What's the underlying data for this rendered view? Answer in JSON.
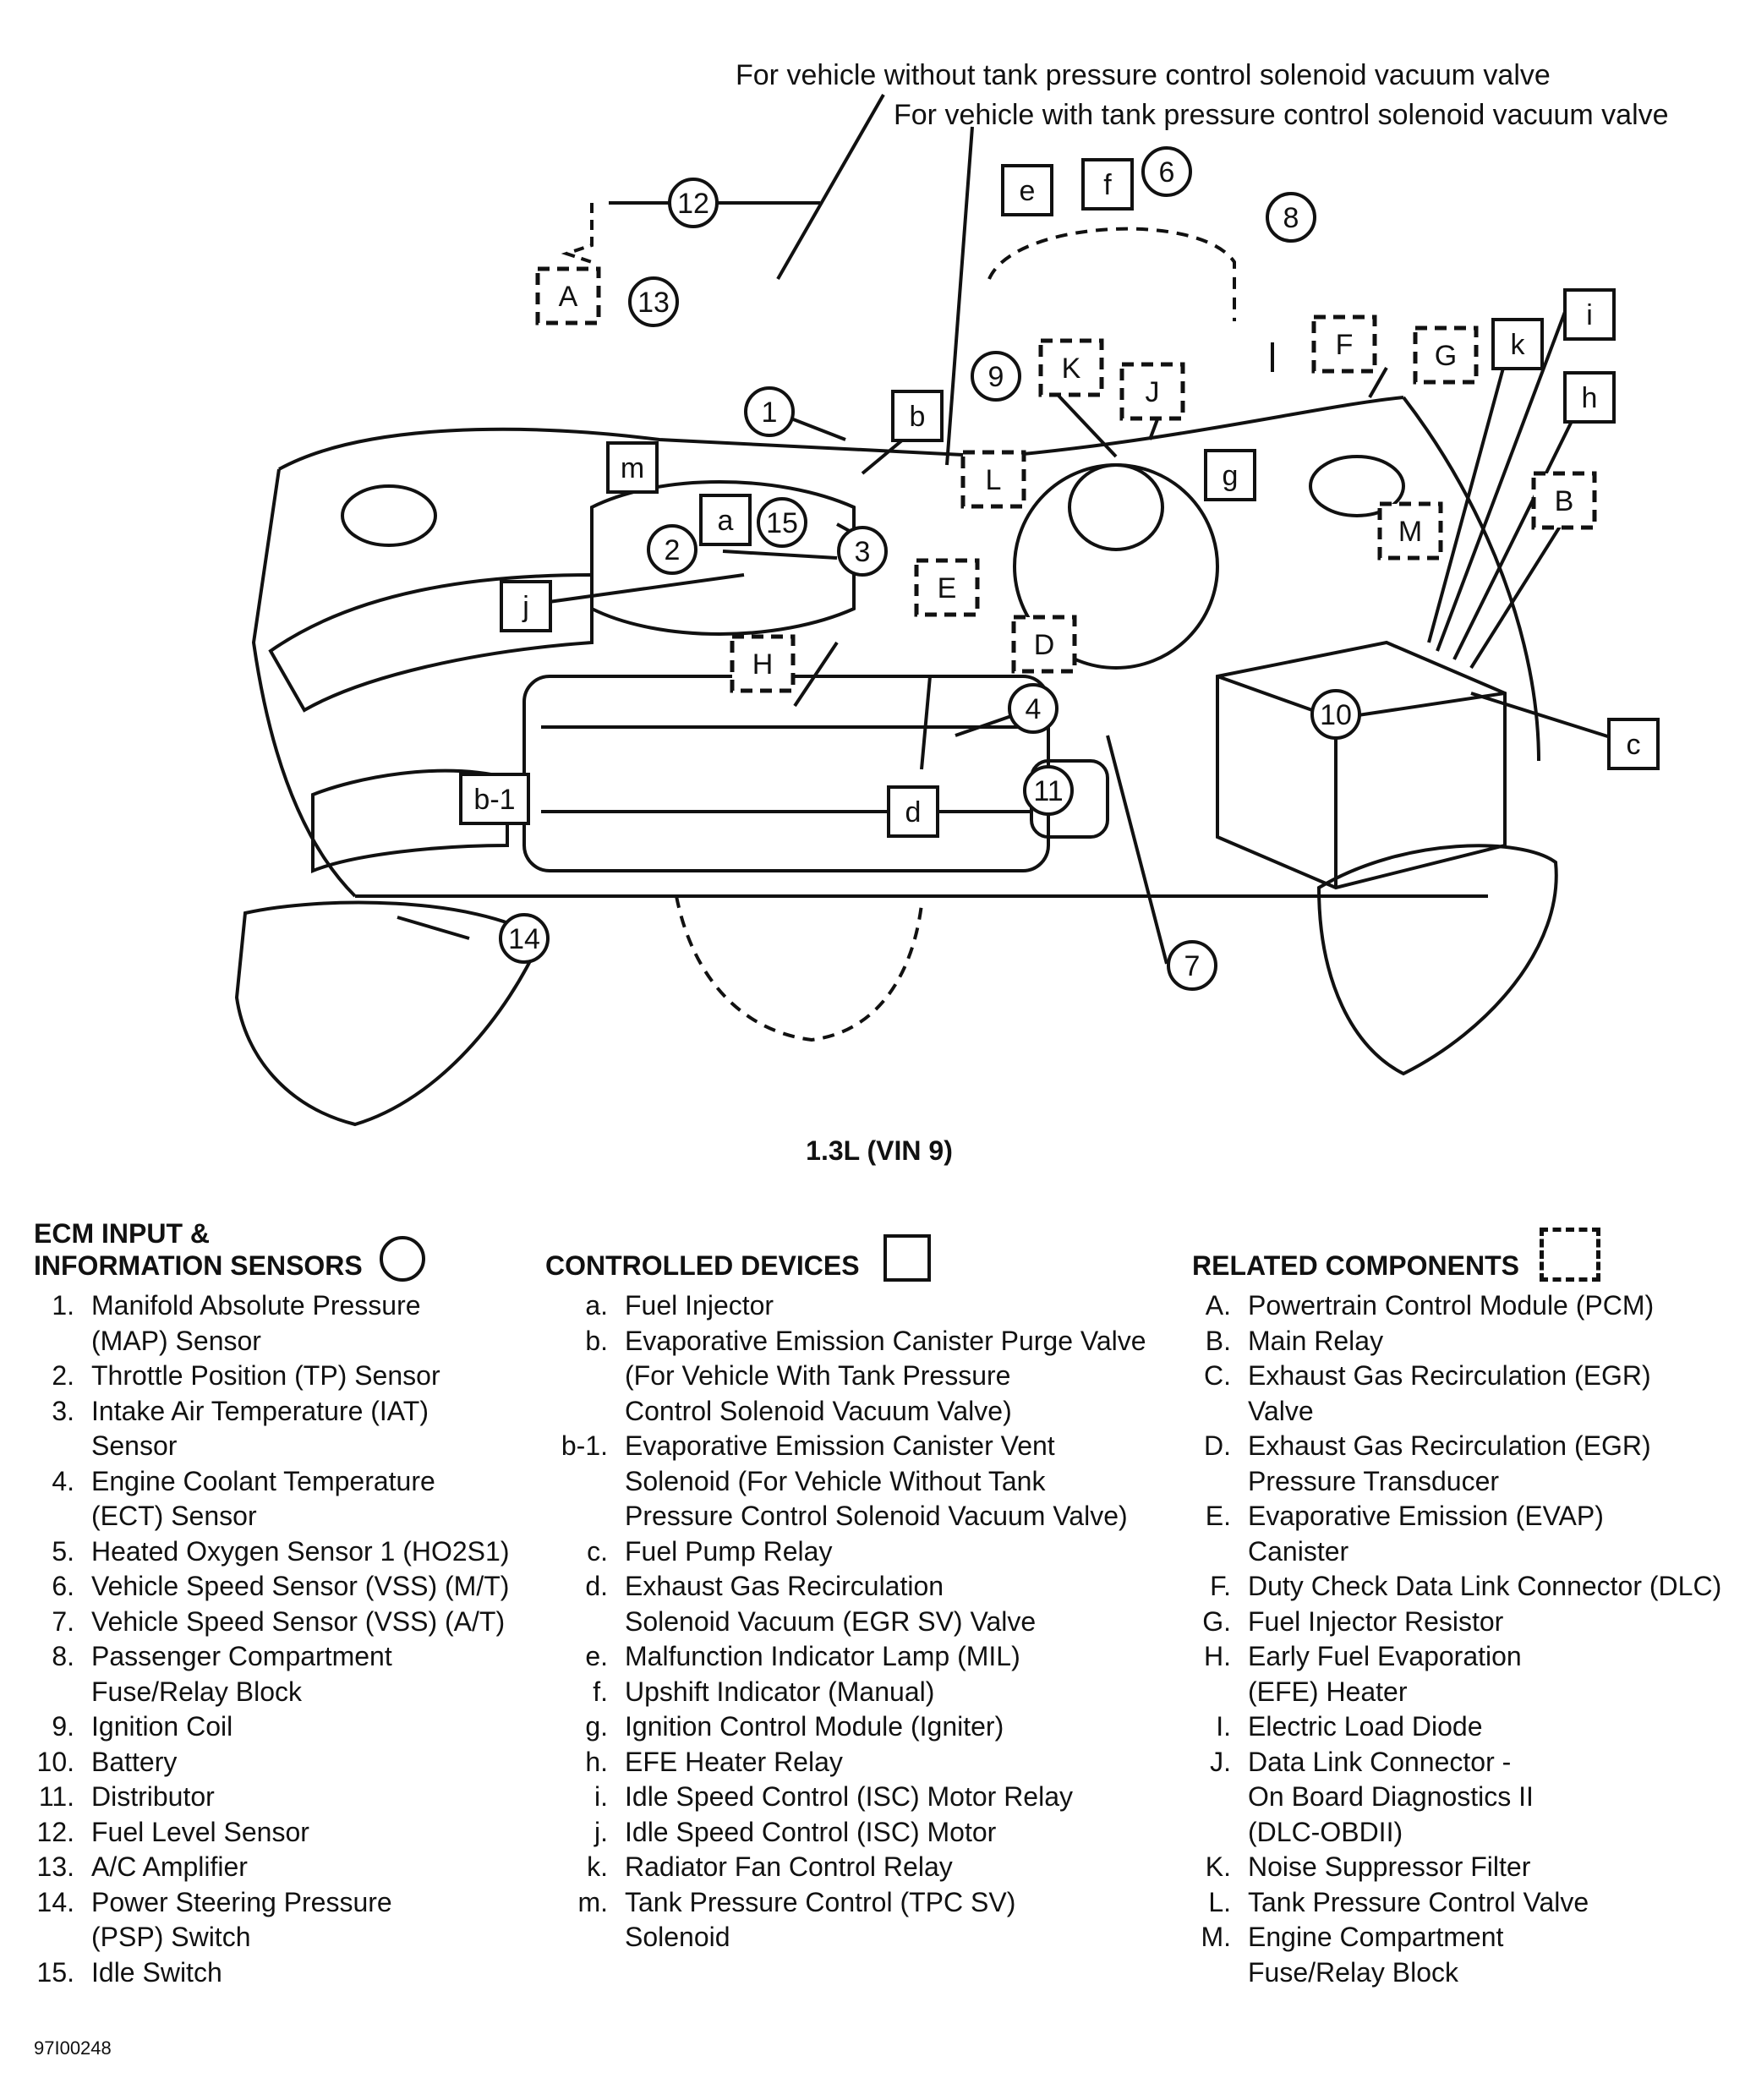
{
  "callouts": {
    "without_valve": "For vehicle without tank pressure control solenoid vacuum valve",
    "with_valve": "For vehicle with tank pressure control solenoid vacuum valve"
  },
  "labels": {
    "numbers": [
      "1",
      "2",
      "3",
      "4",
      "6",
      "7",
      "8",
      "9",
      "10",
      "11",
      "12",
      "13",
      "14",
      "15"
    ],
    "letters_lower": [
      "a",
      "b",
      "b-1",
      "c",
      "d",
      "e",
      "f",
      "g",
      "h",
      "i",
      "j",
      "k",
      "m"
    ],
    "letters_upper": [
      "A",
      "B",
      "D",
      "E",
      "F",
      "G",
      "H",
      "J",
      "K",
      "L",
      "M"
    ]
  },
  "subtitle": "1.3L (VIN 9)",
  "legend": {
    "sensors": {
      "heading": "ECM INPUT &\nINFORMATION SENSORS",
      "symbol": "circle",
      "items": [
        {
          "key": "1.",
          "text": "Manifold Absolute Pressure\n(MAP) Sensor"
        },
        {
          "key": "2.",
          "text": "Throttle Position (TP) Sensor"
        },
        {
          "key": "3.",
          "text": "Intake Air Temperature (IAT)\nSensor"
        },
        {
          "key": "4.",
          "text": "Engine Coolant Temperature\n(ECT) Sensor"
        },
        {
          "key": "5.",
          "text": "Heated Oxygen Sensor 1 (HO2S1)"
        },
        {
          "key": "6.",
          "text": "Vehicle Speed Sensor (VSS) (M/T)"
        },
        {
          "key": "7.",
          "text": "Vehicle Speed Sensor (VSS) (A/T)"
        },
        {
          "key": "8.",
          "text": "Passenger Compartment\nFuse/Relay Block"
        },
        {
          "key": "9.",
          "text": "Ignition Coil"
        },
        {
          "key": "10.",
          "text": "Battery"
        },
        {
          "key": "11.",
          "text": "Distributor"
        },
        {
          "key": "12.",
          "text": "Fuel Level Sensor"
        },
        {
          "key": "13.",
          "text": "A/C Amplifier"
        },
        {
          "key": "14.",
          "text": "Power Steering Pressure\n(PSP) Switch"
        },
        {
          "key": "15.",
          "text": "Idle Switch"
        }
      ]
    },
    "devices": {
      "heading": "CONTROLLED DEVICES",
      "symbol": "square",
      "items": [
        {
          "key": "a.",
          "text": "Fuel Injector"
        },
        {
          "key": "b.",
          "text": "Evaporative Emission Canister Purge Valve\n(For Vehicle With Tank Pressure\nControl Solenoid Vacuum Valve)"
        },
        {
          "key": "b-1.",
          "text": "Evaporative Emission Canister Vent\nSolenoid (For Vehicle Without Tank\nPressure Control Solenoid Vacuum Valve)"
        },
        {
          "key": "c.",
          "text": "Fuel Pump Relay"
        },
        {
          "key": "d.",
          "text": "Exhaust Gas Recirculation\nSolenoid Vacuum (EGR SV) Valve"
        },
        {
          "key": "e.",
          "text": "Malfunction Indicator Lamp (MIL)"
        },
        {
          "key": "f.",
          "text": "Upshift Indicator (Manual)"
        },
        {
          "key": "g.",
          "text": "Ignition Control Module (Igniter)"
        },
        {
          "key": "h.",
          "text": "EFE Heater Relay"
        },
        {
          "key": "i.",
          "text": "Idle Speed Control (ISC) Motor Relay"
        },
        {
          "key": "j.",
          "text": "Idle Speed Control (ISC) Motor"
        },
        {
          "key": "k.",
          "text": "Radiator Fan Control Relay"
        },
        {
          "key": "m.",
          "text": "Tank Pressure Control (TPC SV)\nSolenoid"
        }
      ]
    },
    "related": {
      "heading": "RELATED COMPONENTS",
      "symbol": "dashed-square",
      "items": [
        {
          "key": "A.",
          "text": "Powertrain Control Module (PCM)"
        },
        {
          "key": "B.",
          "text": "Main Relay"
        },
        {
          "key": "C.",
          "text": "Exhaust Gas Recirculation (EGR)\nValve"
        },
        {
          "key": "D.",
          "text": "Exhaust Gas Recirculation (EGR)\nPressure Transducer"
        },
        {
          "key": "E.",
          "text": "Evaporative Emission (EVAP)\nCanister"
        },
        {
          "key": "F.",
          "text": "Duty Check Data Link Connector (DLC)"
        },
        {
          "key": "G.",
          "text": "Fuel Injector Resistor"
        },
        {
          "key": "H.",
          "text": "Early Fuel Evaporation\n(EFE) Heater"
        },
        {
          "key": "I.",
          "text": "Electric Load Diode"
        },
        {
          "key": "J.",
          "text": "Data Link Connector -\nOn Board Diagnostics II\n(DLC-OBDII)"
        },
        {
          "key": "K.",
          "text": "Noise Suppressor Filter"
        },
        {
          "key": "L.",
          "text": "Tank Pressure Control Valve"
        },
        {
          "key": "M.",
          "text": "Engine Compartment\nFuse/Relay Block"
        }
      ]
    }
  },
  "footer_code": "97I00248"
}
